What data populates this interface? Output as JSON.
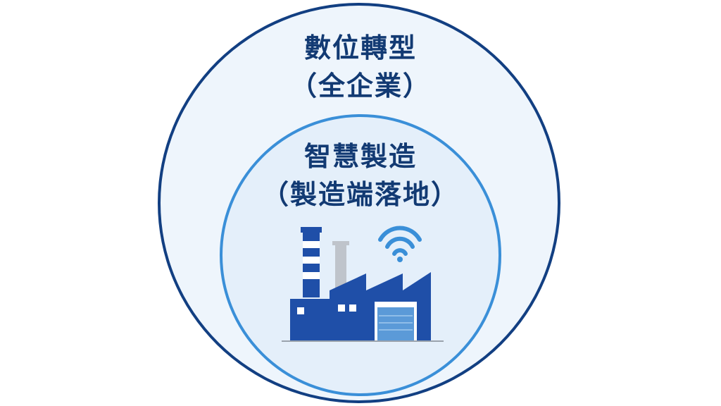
{
  "outer": {
    "title": "數位轉型",
    "subtitle": "（全企業）"
  },
  "inner": {
    "title": "智慧製造",
    "subtitle": "（製造端落地）"
  },
  "colors": {
    "outer_border": "#123f82",
    "outer_fill": "#eef5fc",
    "inner_border": "#3a8fd8",
    "inner_fill": "#e4effa",
    "text": "#123a73",
    "factory_primary": "#1f4fa8",
    "factory_light": "#5b9ad8",
    "chimney_gray": "#bfc4cb"
  },
  "icons": [
    "factory-icon",
    "wifi-icon"
  ]
}
